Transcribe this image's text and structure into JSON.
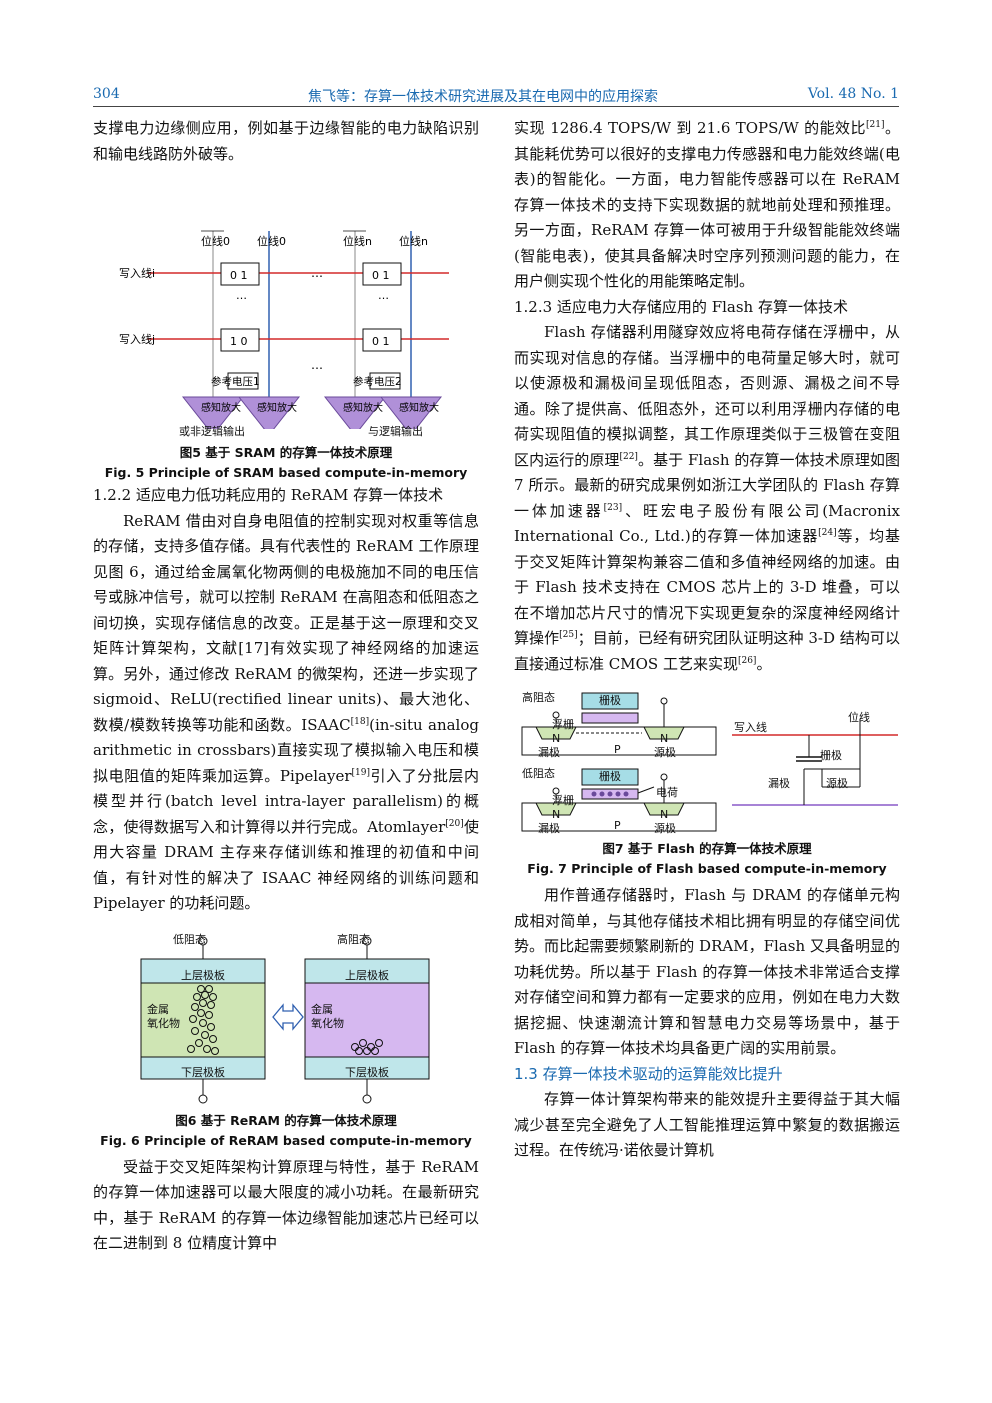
{
  "header": {
    "page_number": "304",
    "running_title": "焦飞等：存算一体技术研究进展及其在电网中的应用探索",
    "volume": "Vol. 48 No. 1"
  },
  "left": {
    "p_intro": "支撑电力边缘侧应用，例如基于边缘智能的电力缺陷识别和输电线路防外破等。",
    "fig5": {
      "bitline0_bar": "位线0",
      "bitline0": "位线0",
      "bitlinen_bar": "位线n",
      "bitlinen": "位线n",
      "wordline_i": "写入线i",
      "wordline_j": "写入线j",
      "cell_a": "0   1",
      "cell_b": "0   1",
      "cell_c": "1   0",
      "cell_d": "0   1",
      "dots": "…",
      "vdots": "…",
      "ref1": "参考电压1",
      "ref2": "参考电压2",
      "amp1": "感知放大",
      "amp2": "感知放大",
      "amp3": "感知放大",
      "amp4": "感知放大",
      "out1": "或非逻辑输出",
      "out2": "与逻辑输出",
      "cap_cn": "图5   基于 SRAM 的存算一体技术原理",
      "cap_en": "Fig. 5   Principle of SRAM based compute-in-memory"
    },
    "sec_122": "1.2.2   适应电力低功耗应用的 ReRAM 存算一体技术",
    "p_reram_1": "ReRAM 借由对自身电阻值的控制实现对权重等信息的存储，支持多值存储。具有代表性的 ReRAM 工作原理见图 6，通过给金属氧化物两侧的电极施加不同的电压信号或脉冲信号，就可以控制 ReRAM 在高阻态和低阻态之间切换，实现存储信息的改变。正是基于这一原理和交叉矩阵计算架构，文献[17]有效实现了神经网络的加速运算。另外，通过修改 ReRAM 的微架构，还进一步实现了 sigmoid、ReLU(rectified linear units)、最大池化、数模/模数转换等功能和函数。ISAAC",
    "ref18": "[18]",
    "p_reram_2": "(in-situ analog arithmetic in crossbars)直接实现了模拟输入电压和模拟电阻值的矩阵乘加运算。Pipelayer",
    "ref19": "[19]",
    "p_reram_3": "引入了分批层内模型并行(batch level intra-layer parallelism)的概念，使得数据写入和计算得以并行完成。Atomlayer",
    "ref20": "[20]",
    "p_reram_4": "使用大容量 DRAM 主存来存储训练和推理的初值和中间值，有针对性的解决了 ISAAC 神经网络的训练问题和 Pipelayer 的功耗问题。",
    "fig6": {
      "low_state": "低阻态",
      "high_state": "高阻态",
      "top_electrode_l": "上层极板",
      "top_electrode_r": "上层极板",
      "metal_oxide_l": "金属\n氧化物",
      "metal_oxide_r": "金属\n氧化物",
      "bottom_electrode_l": "下层极板",
      "bottom_electrode_r": "下层极板",
      "cap_cn": "图6   基于 ReRAM 的存算一体技术原理",
      "cap_en": "Fig. 6   Principle of ReRAM based compute-in-memory"
    },
    "p_last": "受益于交叉矩阵架构计算原理与特性，基于 ReRAM 的存算一体加速器可以最大限度的减小功耗。在最新研究中，基于 ReRAM 的存算一体边缘智能加速芯片已经可以在二进制到 8 位精度计算中"
  },
  "right": {
    "p_cont_1": "实现 1286.4 TOPS/W 到 21.6 TOPS/W 的能效比",
    "ref21": "[21]",
    "p_cont_2": "。其能耗优势可以很好的支撑电力传感器和电力能效终端(电表)的智能化。一方面，电力智能传感器可以在 ReRAM 存算一体技术的支持下实现数据的就地前处理和预推理。另一方面，ReRAM 存算一体可被用于升级智能能效终端(智能电表)，使其具备解决时空序列预测问题的能力，在用户侧实现个性化的用能策略定制。",
    "sec_123": "1.2.3   适应电力大存储应用的 Flash 存算一体技术",
    "p_flash_1": "Flash 存储器利用隧穿效应将电荷存储在浮栅中，从而实现对信息的存储。当浮栅中的电荷量足够大时，就可以使源极和漏极间呈现低阻态，否则源、漏极之间不导通。除了提供高、低阻态外，还可以利用浮栅内存储的电荷实现阻值的模拟调整，其工作原理类似于三极管在变阻区内运行的原理",
    "ref22": "[22]",
    "p_flash_2": "。基于 Flash 的存算一体技术原理如图 7 所示。最新的研究成果例如浙江大学团队的 Flash 存算一体加速器",
    "ref23": "[23]",
    "p_flash_3": "、旺宏电子股份有限公司(Macronix International Co., Ltd.)的存算一体加速器",
    "ref24": "[24]",
    "p_flash_4": "等，均基于交叉矩阵计算架构兼容二值和多值神经网络的加速。由于 Flash 技术支持在 CMOS 芯片上的 3-D 堆叠，可以在不增加芯片尺寸的情况下实现更复杂的深度神经网络计算操作",
    "ref25": "[25]",
    "p_flash_5": "；目前，已经有研究团队证明这种 3-D 结构可以直接通过标准 CMOS 工艺来实现",
    "ref26": "[26]",
    "p_flash_6": "。",
    "fig7": {
      "high_state": "高阻态",
      "low_state": "低阻态",
      "gate_1": "栅极",
      "gate_2": "栅极",
      "floating_1": "浮栅",
      "floating_2": "浮栅",
      "electron": "电荷",
      "n1": "N",
      "n2": "N",
      "n3": "N",
      "n4": "N",
      "p1": "P",
      "p2": "P",
      "drain_1": "漏极",
      "source_1": "源极",
      "drain_2": "漏极",
      "source_2": "源极",
      "wordline": "写入线",
      "bitline": "位线",
      "gate_sym": "栅极",
      "drain_sym": "漏极",
      "source_sym": "源极",
      "cap_cn": "图7   基于 Flash 的存算一体技术原理",
      "cap_en": "Fig. 7   Principle of Flash based compute-in-memory"
    },
    "p_dram": "用作普通存储器时，Flash 与 DRAM 的存储单元构成相对简单，与其他存储技术相比拥有明显的存储空间优势。而比起需要频繁刷新的 DRAM，Flash 又具备明显的功耗优势。所以基于 Flash 的存算一体技术非常适合支撑对存储空间和算力都有一定要求的应用，例如在电力大数据挖掘、快速潮流计算和智慧电力交易等场景中，基于 Flash 的存算一体技术均具备更广阔的实用前景。",
    "sec_13": "1.3   存算一体技术驱动的运算能效比提升",
    "p_13": "存算一体计算架构带来的能效提升主要得益于其大幅减少甚至完全避免了人工智能推理运算中繁复的数据搬运过程。在传统冯·诺依曼计算机"
  },
  "colors": {
    "header_blue": "#1a6ab0",
    "wordline_red": "#d42a2a",
    "bitline_blue": "#3060b0",
    "amp_purple": "#b090d8",
    "electrode_cyan": "#bfe6ea",
    "oxide_green": "#cfe5b4",
    "oxide_purple": "#d6b8f0",
    "gate_cyan": "#a6dde6"
  }
}
